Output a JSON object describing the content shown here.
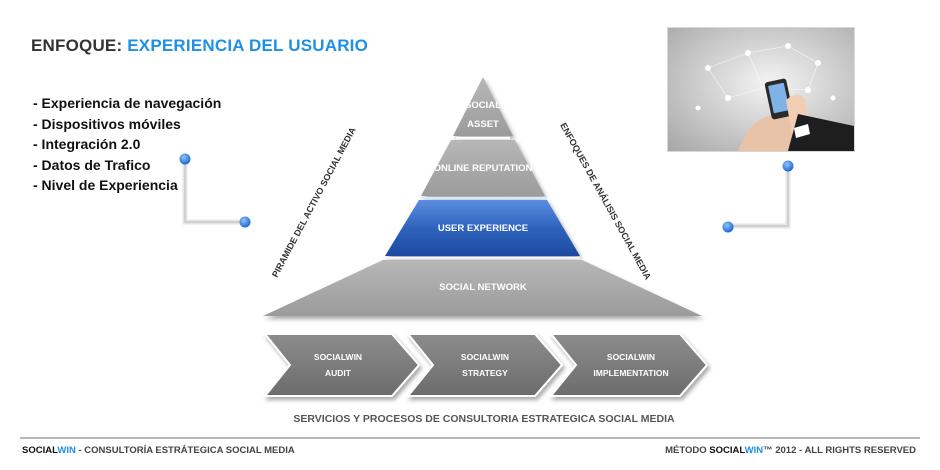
{
  "title": {
    "prefix": "ENFOQUE:",
    "highlight": "EXPERIENCIA DEL USUARIO"
  },
  "bullets": [
    "- Experiencia de navegación",
    "- Dispositivos móviles",
    "- Integración 2.0",
    "- Datos de Trafico",
    "- Nivel de Experiencia"
  ],
  "pyramid": {
    "levels": [
      {
        "line1": "SOCIAL",
        "line2": "ASSET"
      },
      {
        "label": "ONLINE REPUTATION"
      },
      {
        "label": "USER EXPERIENCE"
      },
      {
        "label": "SOCIAL NETWORK"
      }
    ],
    "left_side_label": "PIRAMIDE DEL ACTIVO  SOCIAL MEDIA",
    "right_side_label": "ENFOQUES DE ANÁLISIS SOCIAL MEDIA"
  },
  "process": [
    {
      "line1": "SOCIALWIN",
      "line2": "AUDIT"
    },
    {
      "line1": "SOCIALWIN",
      "line2": "STRATEGY"
    },
    {
      "line1": "SOCIALWIN",
      "line2": "IMPLEMENTATION"
    }
  ],
  "services_caption": "SERVICIOS  Y PROCESOS DE CONSULTORIA ESTRATEGICA SOCIAL MEDIA",
  "footer": {
    "left_a": "SOCIAL",
    "left_b": "WIN",
    "left_c": " - CONSULTORÍA ESTRÁTEGICA SOCIAL MEDIA",
    "right_a": "MÉTODO ",
    "right_b": "SOCIAL",
    "right_c": "WIN",
    "right_d": "™ 2012 - ALL RIGHTS RESERVED"
  },
  "colors": {
    "accent": "#1e90e6",
    "highlight_level": "#2f63bd",
    "pyramid_gray": "#a6a6a6"
  }
}
